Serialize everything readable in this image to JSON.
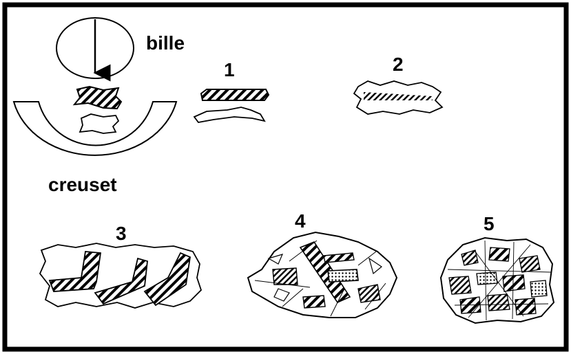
{
  "labels": {
    "ball": "bille",
    "crucible": "creuset",
    "stage_1": "1",
    "stage_2": "2",
    "stage_3": "3",
    "stage_4": "4",
    "stage_5": "5"
  },
  "colors": {
    "ink": "#000000",
    "background": "#ffffff"
  }
}
